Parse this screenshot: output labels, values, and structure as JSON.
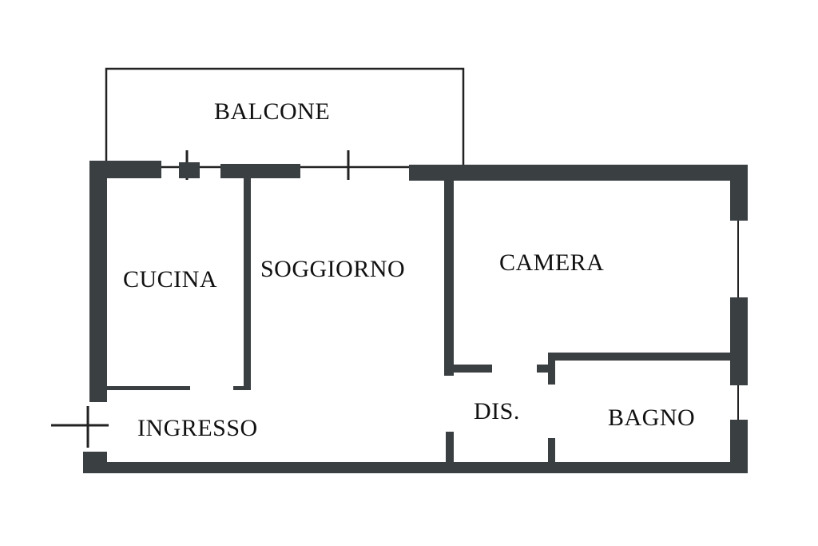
{
  "rooms": {
    "balcone": "BALCONE",
    "cucina": "CUCINA",
    "soggiorno": "SOGGIORNO",
    "camera": "CAMERA",
    "ingresso": "INGRESSO",
    "dis": "DIS.",
    "bagno": "BAGNO"
  },
  "colors": {
    "wall": "#3a3f42",
    "background": "#ffffff",
    "text": "#111111"
  }
}
